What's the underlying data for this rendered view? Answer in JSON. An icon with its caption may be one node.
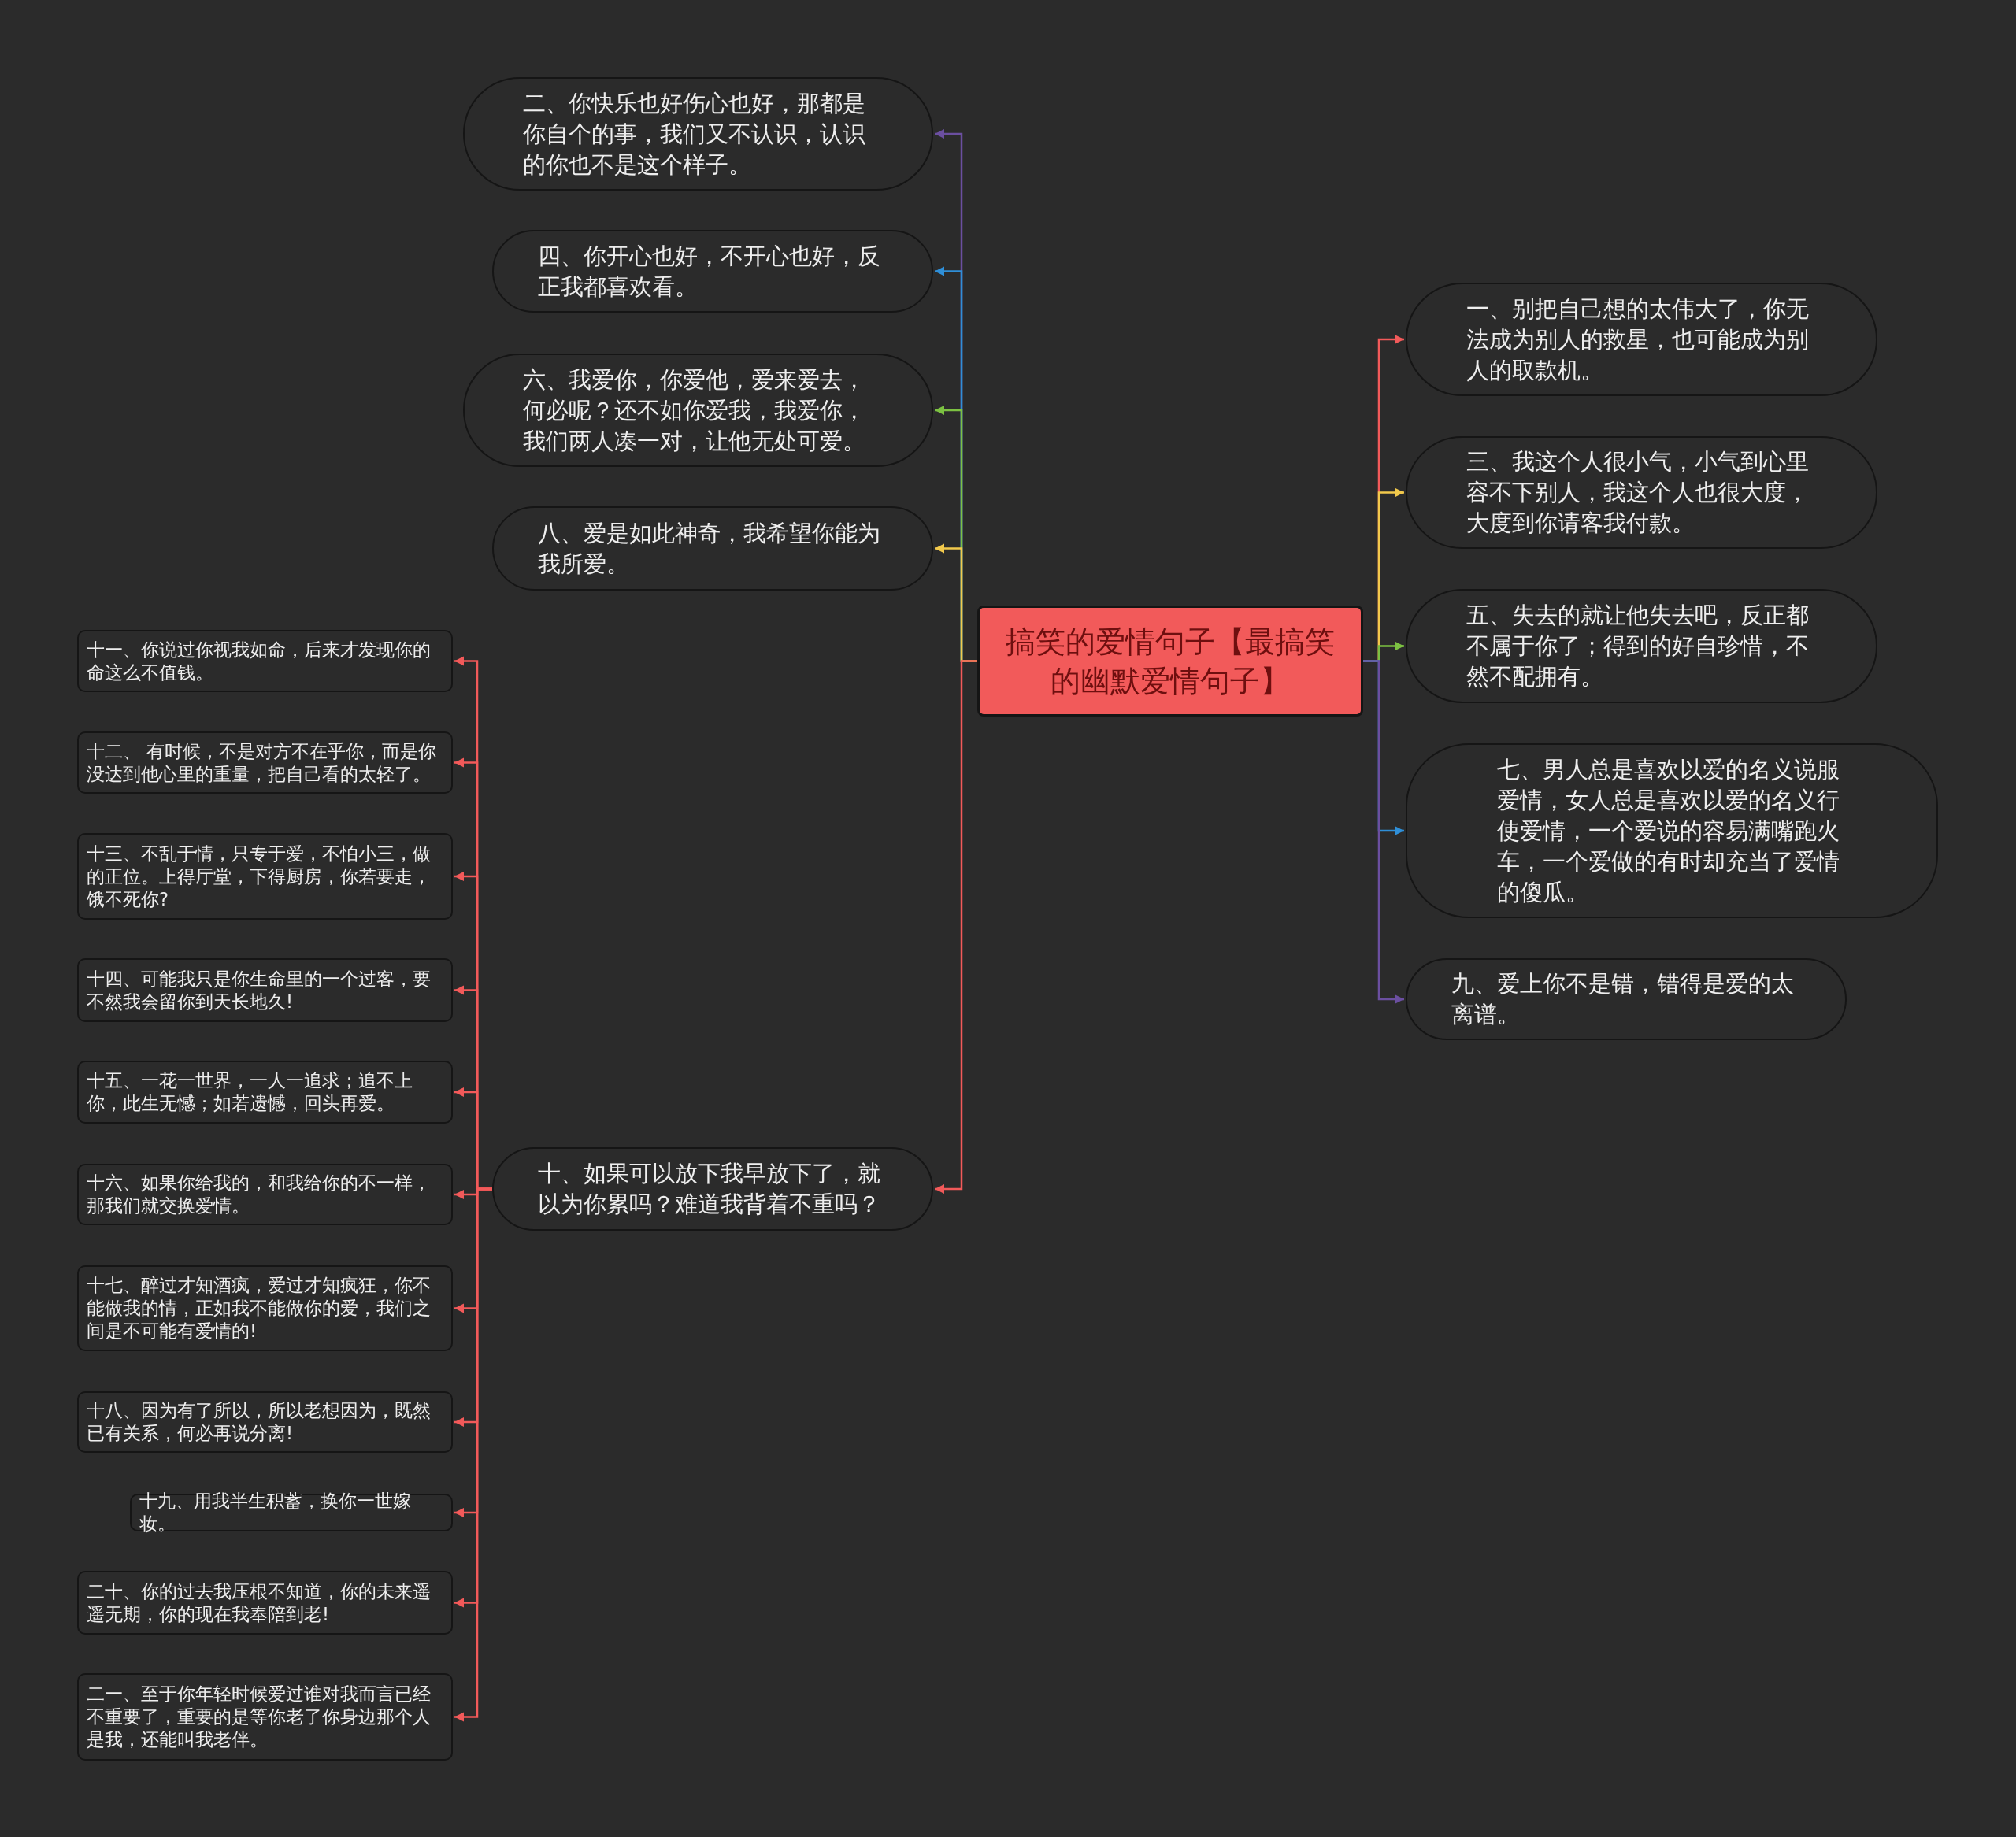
{
  "diagram": {
    "nodes": [
      {
        "text": [
          "搞笑的爱情句子【最搞笑的幽默爱情句子】"
        ]
      },
      {
        "text": [
          "二、你快乐也好伤心也好，那都是你自个的事，我们又不认识，认识的你也不是这个样子。"
        ]
      },
      {
        "text": [
          "四、你开心也好，不开心也好，反正我都喜欢看。"
        ]
      },
      {
        "text": [
          "六、我爱你，你爱他，爱来爱去，何必呢？还不如你爱我，我爱你，我们两人凑一对，让他无处可爱。"
        ]
      },
      {
        "text": [
          "八、爱是如此神奇，我希望你能为我所爱。"
        ]
      },
      {
        "text": [
          "十、如果可以放下我早放下了，就以为你累吗？难道我背着不重吗？"
        ]
      },
      {
        "text": [
          "一、别把自己想的太伟大了，你无法成为别人的救星，也可能成为别人的取款机。"
        ]
      },
      {
        "text": [
          "三、我这个人很小气，小气到心里容不下别人，我这个人也很大度，大度到你请客我付款。"
        ]
      },
      {
        "text": [
          "五、失去的就让他失去吧，反正都不属于你了；得到的好自珍惜，不然不配拥有。"
        ]
      },
      {
        "text": [
          "七、男人总是喜欢以爱的名义说服爱情，女人总是喜欢以爱的名义行使爱情，一个爱说的容易满嘴跑火车，一个爱做的有时却充当了爱情的傻瓜。"
        ]
      },
      {
        "text": [
          "九、爱上你不是错，错得是爱的太离谱。"
        ]
      },
      {
        "text": [
          "十一、你说过你视我如命，后来才发现你的命这么不值钱。"
        ]
      },
      {
        "text": [
          "十二、 有时候，不是对方不在乎你，而是你没达到他心里的重量，把自己看的太轻了。"
        ]
      },
      {
        "text": [
          "十三、不乱于情，只专于爱，不怕小三，做的正位。上得厅堂，下得厨房，你若要走，饿不死你?"
        ]
      },
      {
        "text": [
          "十四、可能我只是你生命里的一个过客，要不然我会留你到天长地久!"
        ]
      },
      {
        "text": [
          "十五、一花一世界，一人一追求；追不上你，此生无憾；如若遗憾，回头再爱。"
        ]
      },
      {
        "text": [
          "十六、如果你给我的，和我给你的不一样，那我们就交换爱情。"
        ]
      },
      {
        "text": [
          "十七、醉过才知酒疯，爱过才知疯狂，你不能做我的情，正如我不能做你的爱，我们之间是不可能有爱情的!"
        ]
      },
      {
        "text": [
          "十八、因为有了所以，所以老想因为，既然已有关系，何必再说分离!"
        ]
      },
      {
        "text": [
          "十九、用我半生积蓄，换你一世嫁妆。"
        ]
      },
      {
        "text": [
          "二十、你的过去我压根不知道，你的未来遥遥无期，你的现在我奉陪到老!"
        ]
      },
      {
        "text": [
          "二一、至于你年轻时候爱过谁对我而言已经不重要了，重要的是等你老了你身边那个人是我，还能叫我老伴。"
        ]
      }
    ],
    "edges": [
      {
        "from": 0,
        "to": 1,
        "arrow": "to",
        "color": "#6b4fa0"
      },
      {
        "from": 0,
        "to": 2,
        "arrow": "to",
        "color": "#2f8fd8"
      },
      {
        "from": 0,
        "to": 3,
        "arrow": "to",
        "color": "#7cc142"
      },
      {
        "from": 0,
        "to": 4,
        "arrow": "to",
        "color": "#f2c94c"
      },
      {
        "from": 0,
        "to": 5,
        "arrow": "to"
      },
      {
        "from": 0,
        "to": 6,
        "arrow": "to"
      },
      {
        "from": 0,
        "to": 7,
        "arrow": "to",
        "color": "#f2c94c"
      },
      {
        "from": 0,
        "to": 8,
        "arrow": "to",
        "color": "#7cc142"
      },
      {
        "from": 0,
        "to": 9,
        "arrow": "to",
        "color": "#2f8fd8"
      },
      {
        "from": 0,
        "to": 10,
        "arrow": "to",
        "color": "#6b4fa0"
      },
      {
        "from": 5,
        "to": 11,
        "arrow": "to"
      },
      {
        "from": 5,
        "to": 12,
        "arrow": "to"
      },
      {
        "from": 5,
        "to": 13,
        "arrow": "to"
      },
      {
        "from": 5,
        "to": 14,
        "arrow": "to"
      },
      {
        "from": 5,
        "to": 15,
        "arrow": "to"
      },
      {
        "from": 5,
        "to": 16,
        "arrow": "to"
      },
      {
        "from": 5,
        "to": 17,
        "arrow": "to"
      },
      {
        "from": 5,
        "to": 18,
        "arrow": "to"
      },
      {
        "from": 5,
        "to": 19,
        "arrow": "to"
      },
      {
        "from": 5,
        "to": 20,
        "arrow": "to"
      },
      {
        "from": 5,
        "to": 21,
        "arrow": "to"
      }
    ]
  }
}
